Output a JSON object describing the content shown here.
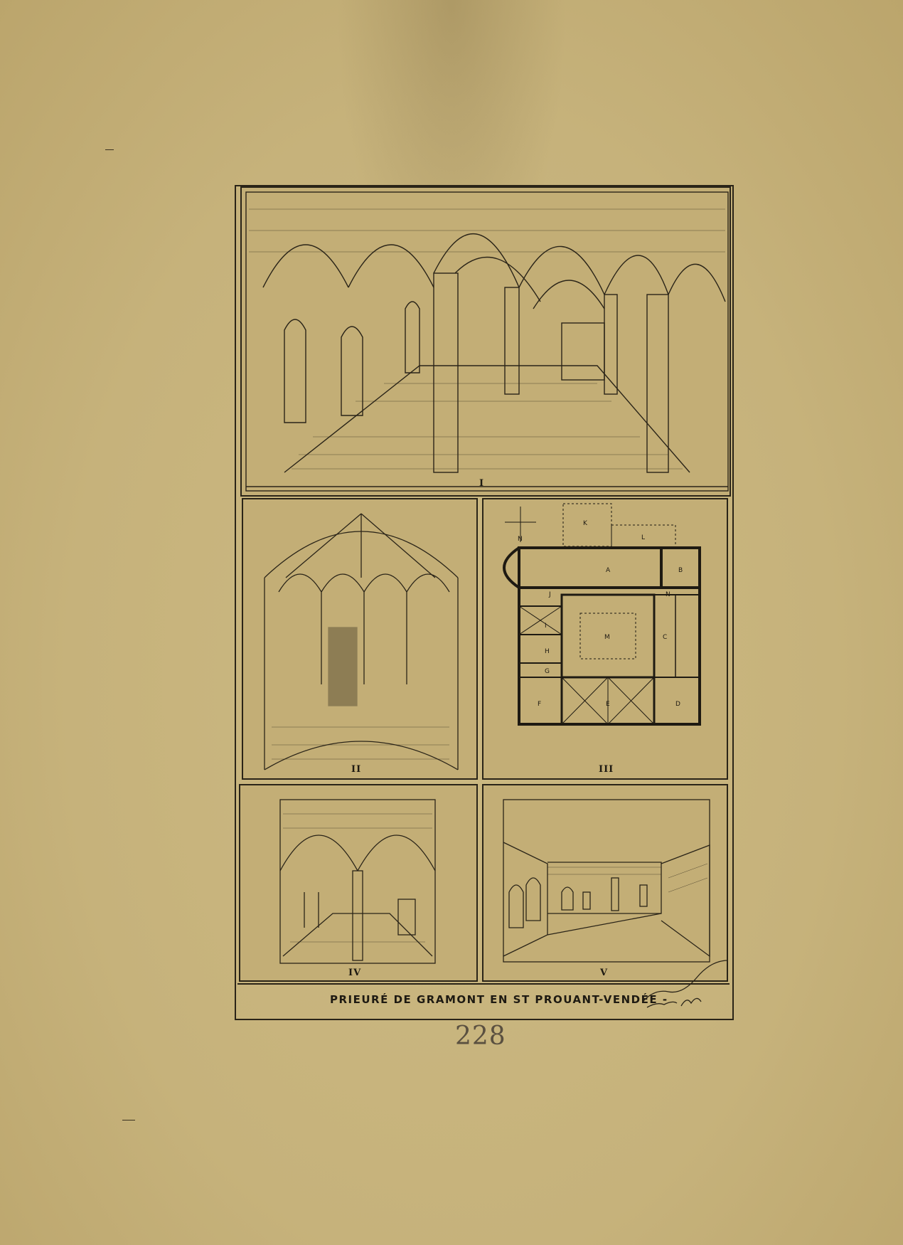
{
  "plate": {
    "caption": "PRIEURÉ DE GRAMONT EN ST PROUANT-VENDÉE -",
    "page_number": "228",
    "panels": [
      {
        "numeral": "I"
      },
      {
        "numeral": "II"
      },
      {
        "numeral": "III"
      },
      {
        "numeral": "IV"
      },
      {
        "numeral": "V"
      }
    ],
    "plan_letters": [
      "A",
      "B",
      "C",
      "D",
      "E",
      "F",
      "G",
      "H",
      "I",
      "J",
      "K",
      "L",
      "M",
      "N"
    ],
    "compass": "N"
  },
  "colors": {
    "paper": "#c8b47e",
    "ink": "#2a2418",
    "page_number": "#5a5040"
  }
}
